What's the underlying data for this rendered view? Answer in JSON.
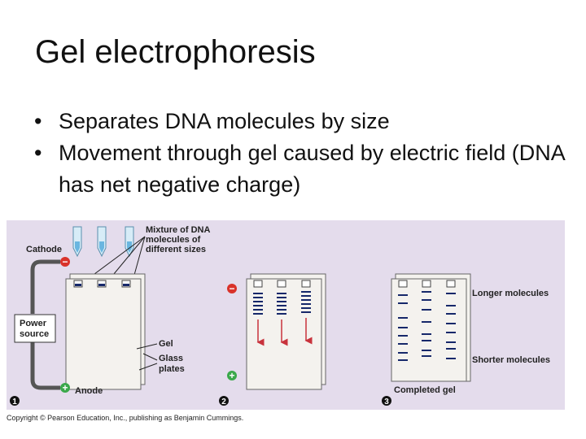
{
  "slide": {
    "title": "Gel electrophoresis",
    "bullets": [
      "Separates DNA molecules by size",
      "Movement through gel caused by electric field (DNA has net negative charge)"
    ]
  },
  "figure": {
    "cathode_label": "Cathode",
    "anode_label": "Anode",
    "power_label_line1": "Power",
    "power_label_line2": "source",
    "mixture_line1": "Mixture of DNA",
    "mixture_line2": "molecules of",
    "mixture_line3": "different sizes",
    "gel_label": "Gel",
    "glass_line1": "Glass",
    "glass_line2": "plates",
    "longer_label": "Longer molecules",
    "shorter_label": "Shorter molecules",
    "completed_label": "Completed gel",
    "minus_sign": "−",
    "plus_sign": "+",
    "step1": "1",
    "step2": "2",
    "step3": "3",
    "colors": {
      "background": "#e4dcec",
      "band": "#16286a",
      "minus_terminal": "#d9322a",
      "plus_terminal": "#3aa84a",
      "arrow": "#c8323c"
    }
  },
  "copyright": "Copyright © Pearson Education, Inc., publishing as Benjamin Cummings."
}
